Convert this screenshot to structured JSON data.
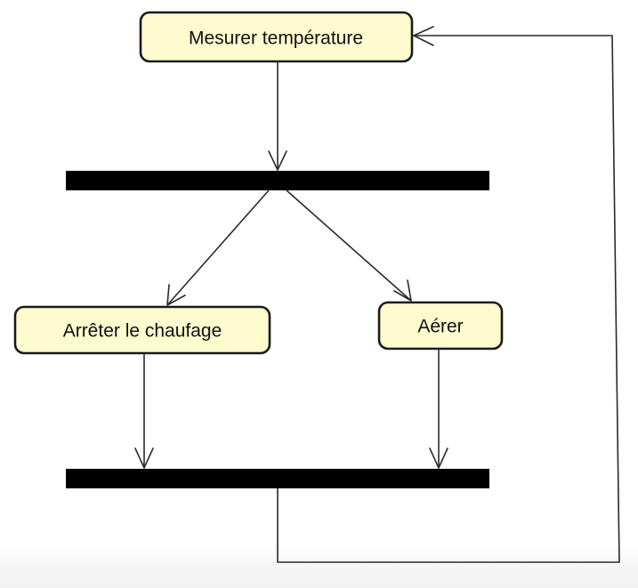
{
  "diagram": {
    "type": "uml-activity",
    "actions": {
      "measure": "Mesurer température",
      "stop_heating": "Arrêter le chaufage",
      "ventilate": "Aérer"
    },
    "colors": {
      "action_fill": "#fefbcf",
      "action_stroke": "#1a1a1a",
      "bar_fill": "#000000",
      "edge_stroke": "#2a2a2a"
    },
    "flows": [
      {
        "from": "measure",
        "to": "fork"
      },
      {
        "from": "fork",
        "to": "stop_heating"
      },
      {
        "from": "fork",
        "to": "ventilate"
      },
      {
        "from": "stop_heating",
        "to": "join"
      },
      {
        "from": "ventilate",
        "to": "join"
      },
      {
        "from": "join",
        "to": "measure"
      }
    ]
  }
}
